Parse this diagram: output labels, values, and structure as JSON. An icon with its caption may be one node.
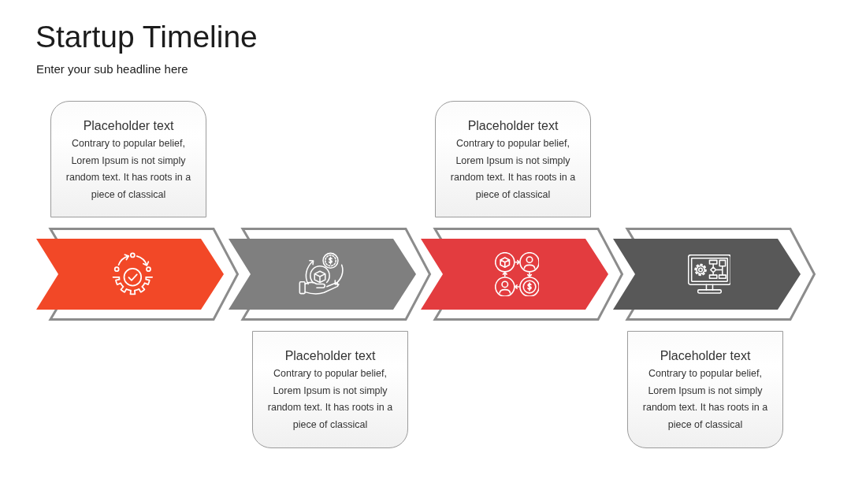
{
  "diagram": {
    "title": "Startup Timeline",
    "nodes": [
      {
        "text": [
          "Placeholder text",
          "Contrary to popular belief, Lorem Ipsum is not simply random text. It has roots in a piece of classical"
        ]
      },
      {
        "text": [
          "Placeholder text",
          "Contrary to popular belief, Lorem Ipsum is not simply random text. It has roots in a piece of classical"
        ]
      },
      {
        "text": [],
        "shape": "chevron"
      },
      {
        "text": [],
        "shape": "chevron"
      },
      {
        "text": [],
        "shape": "chevron"
      },
      {
        "text": [],
        "shape": "chevron"
      },
      {
        "text": [
          "Placeholder text",
          "Contrary to popular belief, Lorem Ipsum is not simply random text. It has roots in a piece of classical"
        ]
      },
      {
        "text": [
          "Placeholder text",
          "Contrary to popular belief, Lorem Ipsum is not simply random text. It has roots in a piece of classical"
        ]
      }
    ],
    "labels": [
      "Enter your sub headline here"
    ]
  }
}
